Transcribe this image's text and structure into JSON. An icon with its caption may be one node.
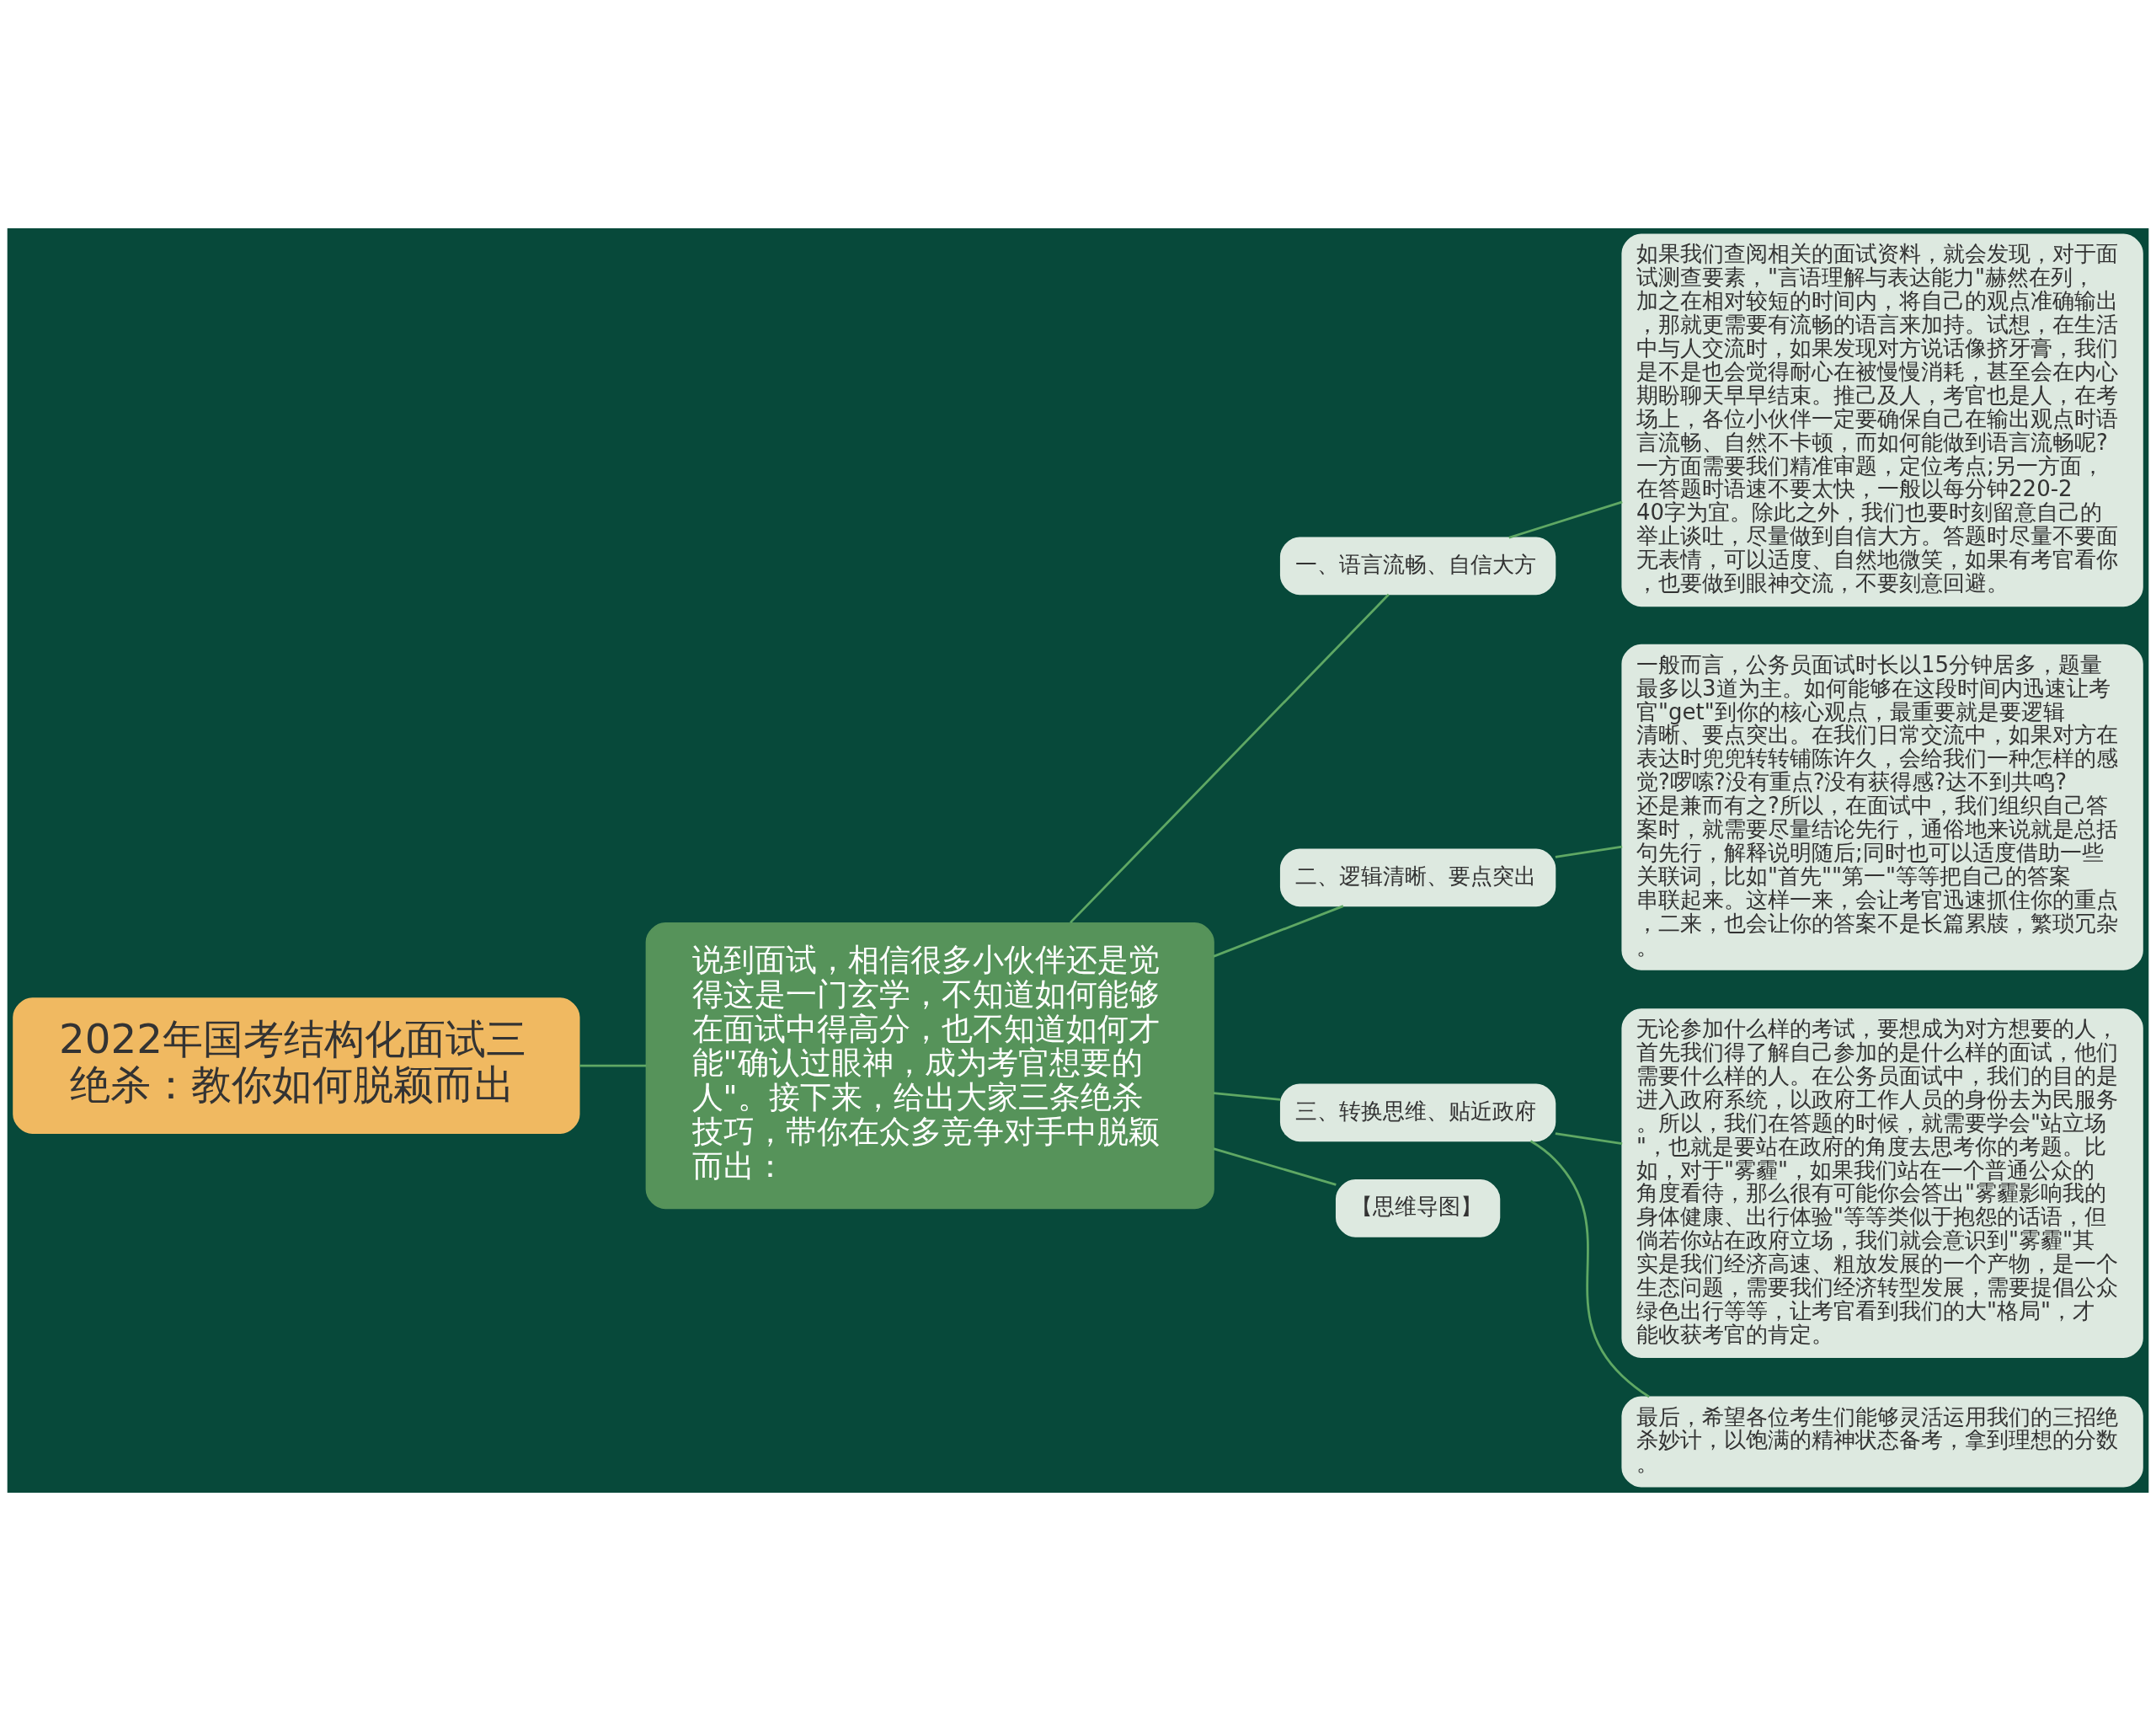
{
  "diagram": {
    "nodes": [
      {
        "text": [
          "2022年国考结构化面试三绝杀：教你如何脱颖而出"
        ]
      },
      {
        "text": [
          "说到面试，相信很多小伙伴还是觉得这是一门玄学，不知道如何能够在面试中得高分，也不知道如何才能\"确认过眼神，成为考官想要的人\"。接下来，给出大家三条绝杀技巧，带你在众多竞争对手中脱颖而出："
        ]
      },
      {
        "text": [
          "一、语言流畅、自信大方"
        ]
      },
      {
        "text": [
          "如果我们查阅相关的面试资料，就会发现，对于面试测查要素，\"言语理解与表达能力\"赫然在列，加之在相对较短的时间内，将自己的观点准确输出，那就更需要有流畅的语言来加持。试想，在生活中与人交流时，如果发现对方说话像挤牙膏，我们是不是也会觉得耐心在被慢慢消耗，甚至会在内心期盼聊天早早结束。推己及人，考官也是人，在考场上，各位小伙伴一定要确保自己在输出观点时语言流畅、自然不卡顿，而如何能做到语言流畅呢?一方面需要我们精准审题，定位考点;另一方面，在答题时语速不要太快，一般以每分钟220-240字为宜。除此之外，我们也要时刻留意自己的举止谈吐，尽量做到自信大方。答题时尽量不要面无表情，可以适度、自然地微笑，如果有考官看你，也要做到眼神交流，不要刻意回避。"
        ]
      },
      {
        "text": [
          "二、逻辑清晰、要点突出"
        ]
      },
      {
        "text": [
          "一般而言，公务员面试时长以15分钟居多，题量最多以3道为主。如何能够在这段时间内迅速让考官\"get\"到你的核心观点，最重要就是要逻辑清晰、要点突出。在我们日常交流中，如果对方在表达时兜兜转转铺陈许久，会给我们一种怎样的感觉?啰嗦?没有重点?没有获得感?达不到共鸣?还是兼而有之?所以，在面试中，我们组织自己答案时，就需要尽量结论先行，通俗地来说就是总括句先行，解释说明随后;同时也可以适度借助一些关联词，比如\"首先\"\"第一\"等等把自己的答案串联起来。这样一来，会让考官迅速抓住你的重点，二来，也会让你的答案不是长篇累牍，繁琐冗杂。"
        ]
      },
      {
        "text": [
          "三、转换思维、贴近政府"
        ]
      },
      {
        "text": [
          "无论参加什么样的考试，要想成为对方想要的人，首先我们得了解自己参加的是什么样的面试，他们需要什么样的人。在公务员面试中，我们的目的是进入政府系统，以政府工作人员的身份去为民服务。所以，我们在答题的时候，就需要学会\"站立场\"，也就是要站在政府的角度去思考你的考题。比如，对于\"雾霾\"，如果我们站在一个普通公众的角度看待，那么很有可能你会答出\"雾霾影响我的身体健康、出行体验\"等等类似于抱怨的话语，但倘若你站在政府立场，我们就会意识到\"雾霾\"其实是我们经济高速、粗放发展的一个产物，是一个生态问题，需要我们经济转型发展，需要提倡公众绿色出行等等，让考官看到我们的大\"格局\"，才能收获考官的肯定。"
        ]
      },
      {
        "text": [
          "最后，希望各位考生们能够灵活运用我们的三招绝杀妙计，以饱满的精神状态备考，拿到理想的分数。"
        ]
      },
      {
        "text": [
          "【思维导图】"
        ]
      }
    ],
    "edges": [
      {
        "from": 0,
        "to": 1,
        "arrow": "none"
      },
      {
        "from": 1,
        "to": 2,
        "arrow": "none"
      },
      {
        "from": 1,
        "to": 4,
        "arrow": "none"
      },
      {
        "from": 1,
        "to": 6,
        "arrow": "none"
      },
      {
        "from": 1,
        "to": 9,
        "arrow": "none"
      },
      {
        "from": 2,
        "to": 3,
        "arrow": "none"
      },
      {
        "from": 4,
        "to": 5,
        "arrow": "none"
      },
      {
        "from": 6,
        "to": 7,
        "arrow": "none"
      },
      {
        "from": 6,
        "to": 8,
        "arrow": "none"
      }
    ]
  }
}
